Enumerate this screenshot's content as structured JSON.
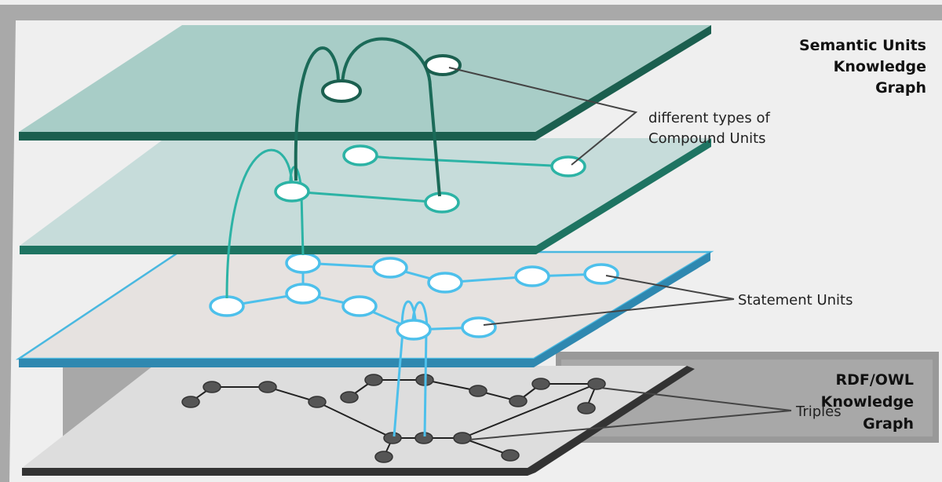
{
  "titles": {
    "semantic": [
      "Semantic Units",
      "Knowledge",
      "Graph"
    ],
    "rdf": [
      "RDF/OWL",
      "Knowledge",
      "Graph"
    ]
  },
  "labels": {
    "compound": [
      "different types of",
      "Compound Units"
    ],
    "statement": "Statement Units",
    "triples": "Triples"
  },
  "colors": {
    "background": "#efefef",
    "frame": "#a9a9a9",
    "layer1_top": "#a8cdc7",
    "layer1_edge": "#1b5f4f",
    "layer2_top": "#c6dcda",
    "layer2_edge": "#1e7462",
    "layer3_top": "#e6e2e0",
    "layer3_edge": "#2f88b0",
    "layer3_border": "#49b8e0",
    "base_top": "#dddddd",
    "base_edge": "#333333",
    "back_wall": "#a8a8a8",
    "dark_teal": "#1b6a58",
    "teal": "#2cb3a5",
    "light_blue": "#4dc0eb",
    "triple_node": "#555555",
    "triple_line": "#222222",
    "callout": "#444444"
  }
}
